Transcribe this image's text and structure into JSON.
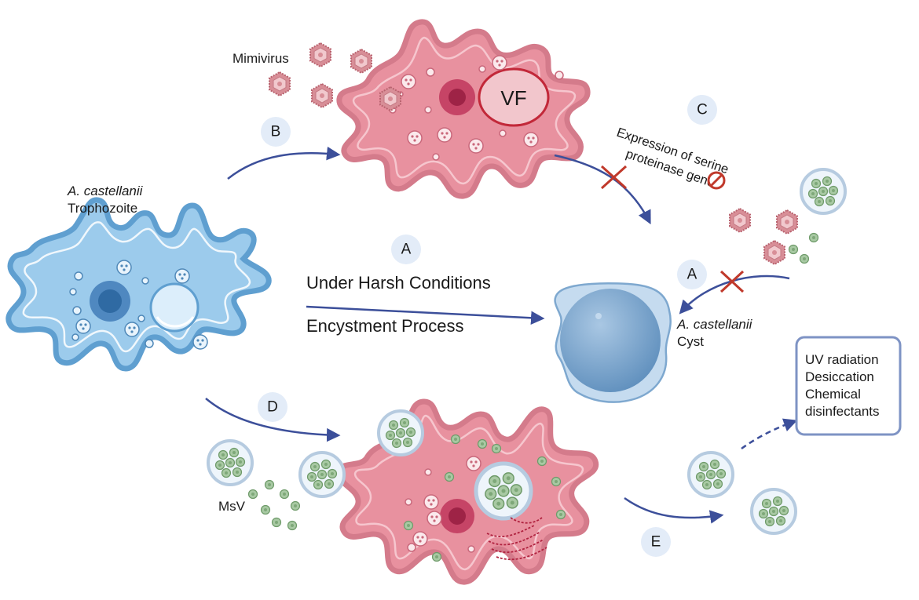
{
  "labels": {
    "trophozoite_species": "A. castellanii",
    "trophozoite_stage": "Trophozoite",
    "cyst_species": "A. castellanii",
    "cyst_stage": "Cyst",
    "mimivirus": "Mimivirus",
    "msv": "MsV",
    "vf": "VF",
    "harsh": "Under Harsh Conditions",
    "encystment": "Encystment Process",
    "serine_line1": "Expression of serine",
    "serine_line2": "proteinase gene"
  },
  "badges": {
    "a_center": "A",
    "a_right": "A",
    "b": "B",
    "c": "C",
    "d": "D",
    "e": "E"
  },
  "resistance_box": {
    "line1": "UV radiation",
    "line2": "Desiccation",
    "line3": "Chemical",
    "line4": "disinfectants"
  },
  "colors": {
    "trophozoite_fill": "#9ccbec",
    "trophozoite_edge": "#5f9fd0",
    "infected_fill": "#e8919f",
    "infected_edge": "#c9687b",
    "cyst_fill": "#8db4d6",
    "arrow": "#3c4f9a",
    "blocker": "#c0392b",
    "virus": "#d88e97",
    "msv_particle": "#9fc19a",
    "badge_fill": "#e3ecf8"
  }
}
